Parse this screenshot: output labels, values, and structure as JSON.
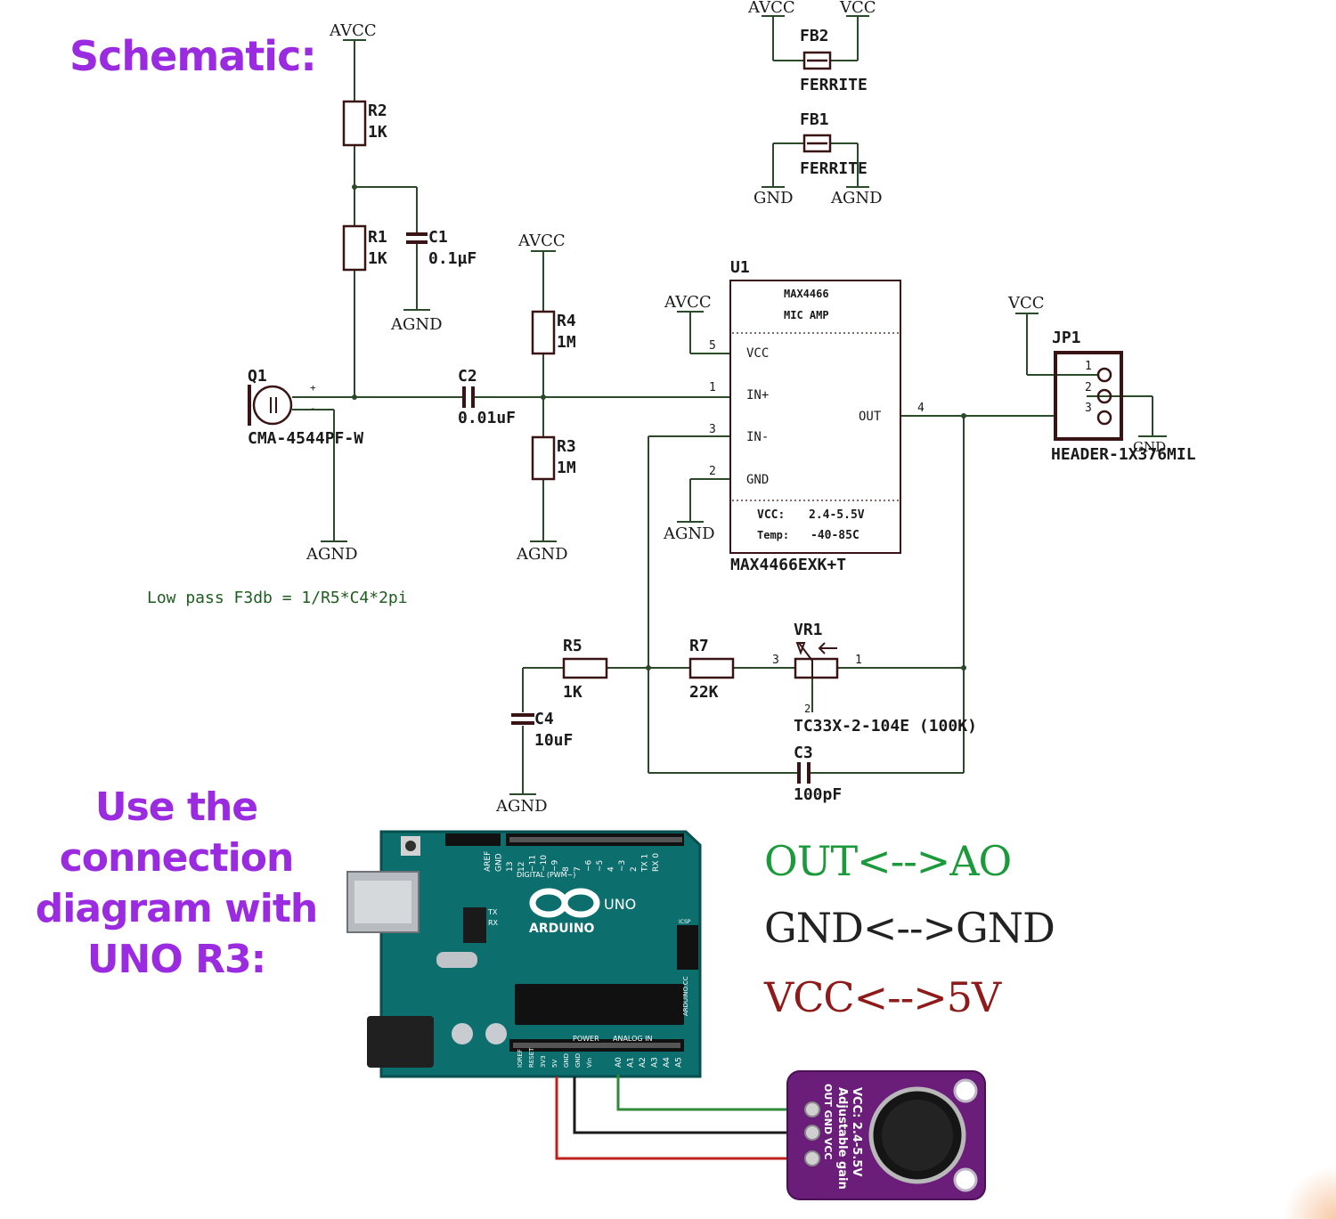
{
  "headings": {
    "schematic": "Schematic:",
    "use_line1": "Use the connection",
    "use_line2": "diagram with",
    "use_line3": "UNO R3:"
  },
  "schematic": {
    "rails": {
      "avcc": "AVCC",
      "vcc": "VCC",
      "agnd": "AGND",
      "gnd": "GND"
    },
    "r2": {
      "ref": "R2",
      "value": "1K"
    },
    "r1": {
      "ref": "R1",
      "value": "1K"
    },
    "c1": {
      "ref": "C1",
      "value": "0.1µF"
    },
    "c2": {
      "ref": "C2",
      "value": "0.01uF"
    },
    "r4": {
      "ref": "R4",
      "value": "1M"
    },
    "r3": {
      "ref": "R3",
      "value": "1M"
    },
    "q1": {
      "ref": "Q1",
      "part": "CMA-4544PF-W",
      "plus": "+",
      "minus": "-"
    },
    "fb2": {
      "ref": "FB2",
      "value": "FERRITE"
    },
    "fb1": {
      "ref": "FB1",
      "value": "FERRITE"
    },
    "u1": {
      "ref": "U1",
      "title1": "MAX4466",
      "title2": "MIC AMP",
      "pin_vcc": "VCC",
      "pin_inp": "IN+",
      "pin_inn": "IN-",
      "pin_gnd": "GND",
      "pin_out": "OUT",
      "num5": "5",
      "num1": "1",
      "num3": "3",
      "num2": "2",
      "num4": "4",
      "note_vcc_label": "VCC:",
      "note_vcc_value": "2.4-5.5V",
      "note_temp_label": "Temp:",
      "note_temp_value": "-40-85C",
      "part": "MAX4466EXK+T"
    },
    "jp1": {
      "ref": "JP1",
      "p1": "1",
      "p2": "2",
      "p3": "3",
      "part": "HEADER-1X376MIL",
      "gnd": "GND"
    },
    "r5": {
      "ref": "R5",
      "value": "1K"
    },
    "r7": {
      "ref": "R7",
      "value": "22K"
    },
    "vr1": {
      "ref": "VR1",
      "pin3": "3",
      "pin1": "1",
      "pin2": "2",
      "part": "TC33X-2-104E (100K)"
    },
    "c3": {
      "ref": "C3",
      "value": "100pF"
    },
    "c4": {
      "ref": "C4",
      "value": "10uF"
    },
    "lowpass_note": "Low pass F3db = 1/R5*C4*2pi"
  },
  "connections": {
    "out_line": "OUT<-->AO",
    "gnd_line": "GND<-->GND",
    "vcc_line": "VCC<-->5V"
  },
  "board": {
    "logo": "ARDUINO",
    "model": "UNO",
    "digital_label": "DIGITAL (PWM~)",
    "power_label": "POWER",
    "analog_label": "ANALOG IN",
    "icsp_label": "ICSP",
    "tx": "TX",
    "rx": "RX",
    "site": "ARDUINO.CC",
    "digital_pins": [
      "AREF",
      "GND",
      "13",
      "12",
      "~11",
      "~10",
      "~9",
      "8",
      "7",
      "~6",
      "~5",
      "4",
      "~3",
      "2",
      "TX 1",
      "RX 0"
    ],
    "power_pins": [
      "IOREF",
      "RESET",
      "3V3",
      "5V",
      "GND",
      "GND",
      "Vin"
    ],
    "analog_pins": [
      "A0",
      "A1",
      "A2",
      "A3",
      "A4",
      "A5"
    ]
  },
  "module": {
    "line1": "VCC: 2.4-5.5V",
    "line2": "Adjustable gain",
    "pins": "OUT GND VCC"
  },
  "colors": {
    "heading": "#9a2be0",
    "wire_sch": "#2a4a2a",
    "component": "#3a1414",
    "out_text": "#1a9a3a",
    "gnd_text": "#222222",
    "vcc_text": "#8e1a1a",
    "pcb": "#0d6e6e",
    "module_pcb": "#6b1d7a",
    "wire_green": "#2f8a3a",
    "wire_black": "#1a1a1a",
    "wire_red": "#c0201c"
  }
}
